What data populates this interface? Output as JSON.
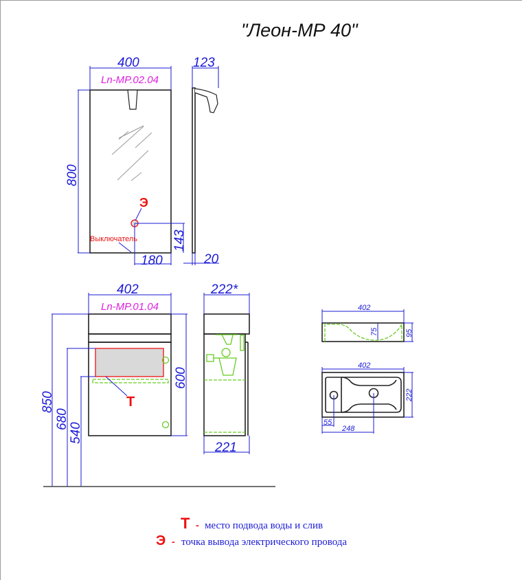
{
  "title": "\"Леон-МР 40\"",
  "mirror": {
    "code": "Ln-MP.02.04",
    "width": "400",
    "depth": "123",
    "height": "800",
    "socket_height": "143",
    "socket_offset": "180",
    "thickness": "20",
    "switch_label": "Выключатель",
    "socket_mark": "Э"
  },
  "cabinet": {
    "code": "Ln-MP.01.04",
    "width": "402",
    "depth_top": "222*",
    "depth_bottom": "221",
    "height": "600",
    "floor_total": "850",
    "floor_680": "680",
    "floor_540": "540",
    "water_mark": "Т"
  },
  "sink": {
    "side_width": "402",
    "side_height": "95",
    "bowl_depth": "75",
    "top_width": "402",
    "top_depth": "222",
    "hole_left": "55",
    "drain_offset": "248"
  },
  "legend": [
    {
      "mark": "Т",
      "sep": "-",
      "text": "место подвода воды и слив"
    },
    {
      "mark": "Э",
      "sep": "-",
      "text": "точка вывода электрического провода"
    }
  ]
}
